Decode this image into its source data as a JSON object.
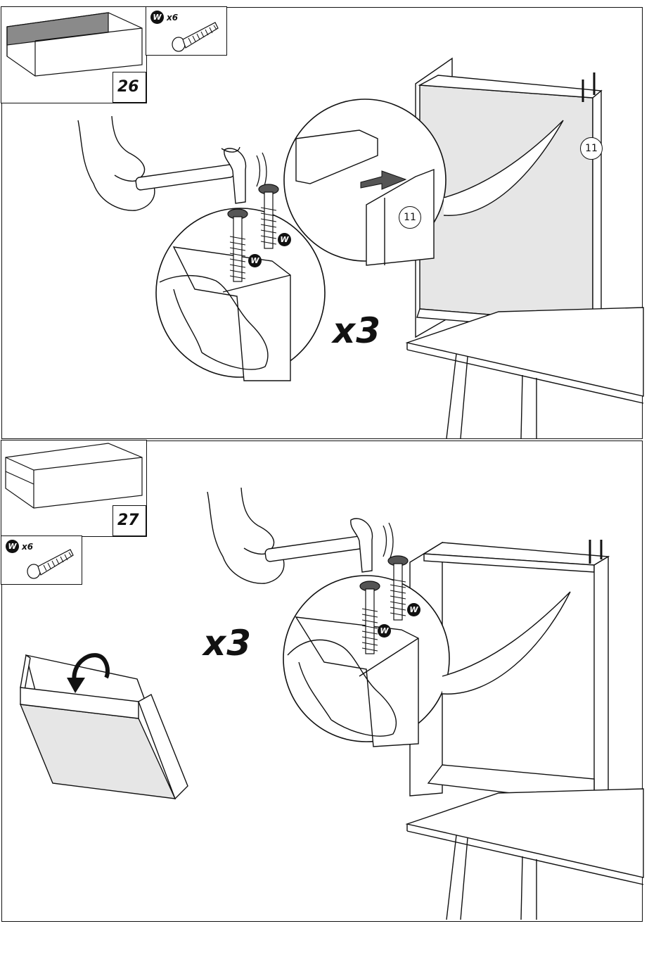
{
  "steps": [
    {
      "number": "26",
      "parts": {
        "badge": "W",
        "quantity": "x6"
      },
      "repeat_label": "x3",
      "callout_number": "11",
      "detail_callout_number": "11"
    },
    {
      "number": "27",
      "parts": {
        "badge": "W",
        "quantity": "x6"
      },
      "repeat_label": "x3"
    }
  ],
  "screw_badge": "W",
  "colors": {
    "ink": "#111111",
    "panel_gray": "#e6e6e6",
    "dark_panel": "#8a8a8a"
  }
}
